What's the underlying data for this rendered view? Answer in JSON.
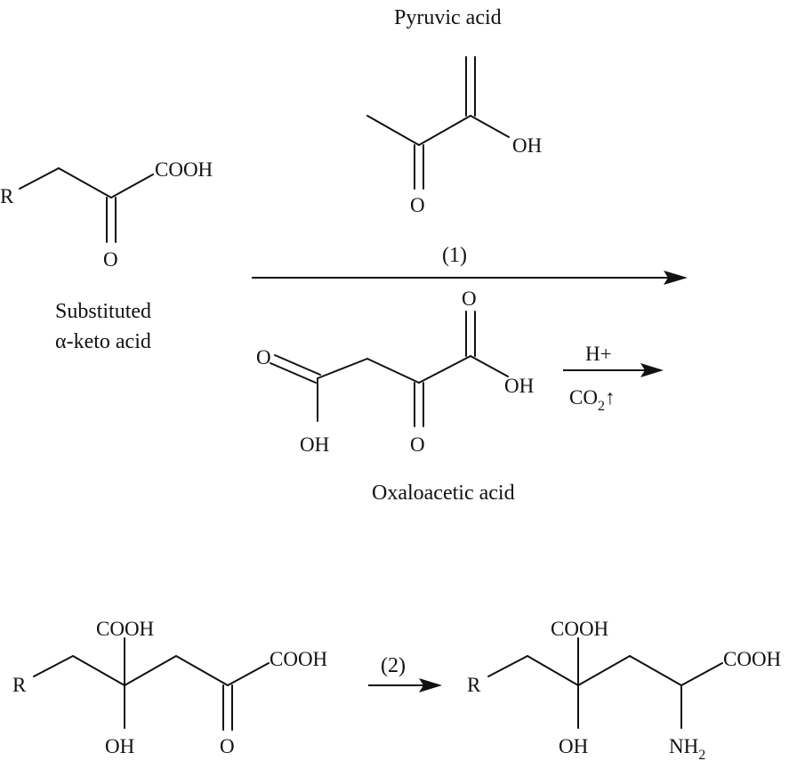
{
  "labels": {
    "pyruvic": "Pyruvic acid",
    "substituted_line1": "Substituted",
    "substituted_line2": "α-keto acid",
    "oxaloacetic": "Oxaloacetic acid"
  },
  "atoms": {
    "r": "R",
    "cooh": "COOH",
    "o": "O",
    "oh": "OH",
    "nh": "NH",
    "nh_sub": "2"
  },
  "conditions": {
    "step1": "(1)",
    "step2": "(2)",
    "acid": "H+",
    "co2": "CO",
    "co2_sub": "2",
    "gas_up": "↑"
  }
}
